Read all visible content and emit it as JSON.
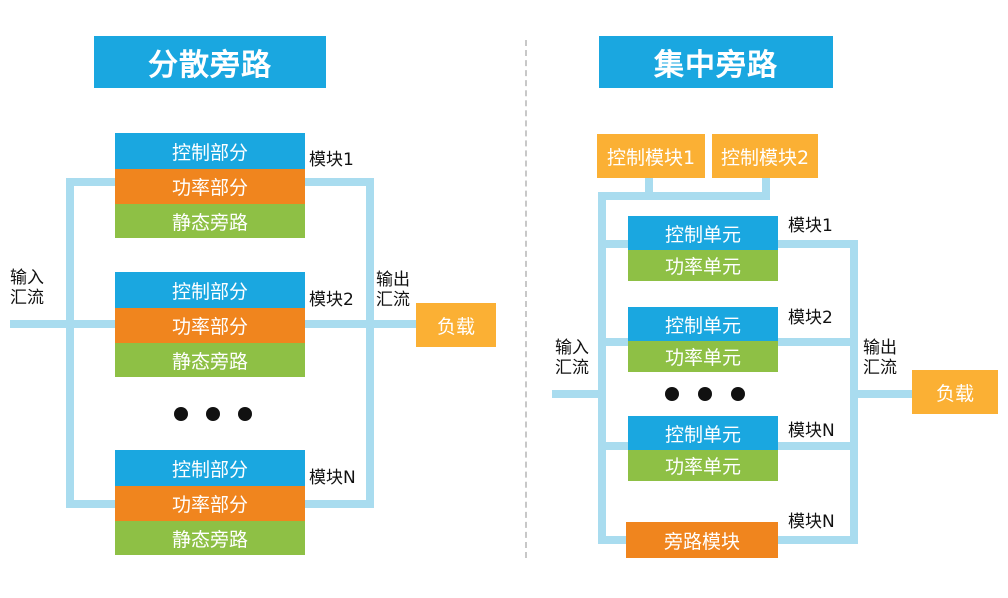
{
  "left": {
    "title": "分散旁路",
    "modules": [
      {
        "control": "控制部分",
        "power": "功率部分",
        "bypass": "静态旁路",
        "label": "模块1"
      },
      {
        "control": "控制部分",
        "power": "功率部分",
        "bypass": "静态旁路",
        "label": "模块2"
      },
      {
        "control": "控制部分",
        "power": "功率部分",
        "bypass": "静态旁路",
        "label": "模块N"
      }
    ],
    "input_label": [
      "输入",
      "汇流"
    ],
    "output_label": [
      "输出",
      "汇流"
    ],
    "load": "负载"
  },
  "right": {
    "title": "集中旁路",
    "controllers": [
      "控制模块1",
      "控制模块2"
    ],
    "modules": [
      {
        "control": "控制单元",
        "power": "功率单元",
        "label": "模块1"
      },
      {
        "control": "控制单元",
        "power": "功率单元",
        "label": "模块2"
      },
      {
        "control": "控制单元",
        "power": "功率单元",
        "label": "模块N"
      }
    ],
    "bypass_module": {
      "name": "旁路模块",
      "label": "模块N"
    },
    "input_label": [
      "输入",
      "汇流"
    ],
    "output_label": [
      "输出",
      "汇流"
    ],
    "load": "负载"
  },
  "colors": {
    "blue": "#1aa7e0",
    "orange": "#f0851e",
    "green": "#8ec045",
    "yellow": "#fbb034",
    "wire": "#a9dcef"
  }
}
